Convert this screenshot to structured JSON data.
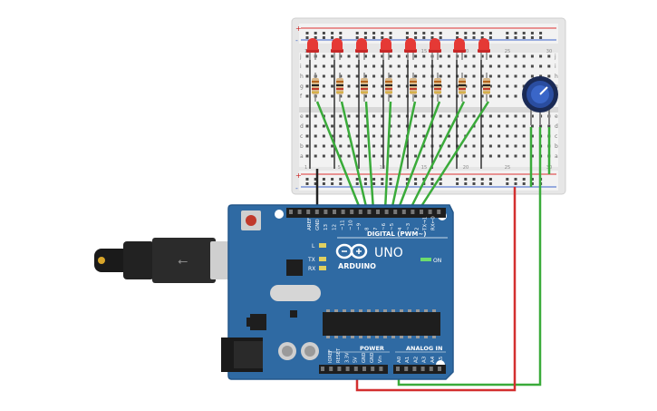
{
  "arduino": {
    "brand": "ARDUINO",
    "model": "UNO",
    "on_label": "ON",
    "led_l": "L",
    "led_tx": "TX",
    "led_rx": "RX",
    "digital_label": "DIGITAL (PWM~)",
    "analog_label": "ANALOG IN",
    "power_label": "POWER",
    "top_header_labels": [
      "AREF",
      "GND",
      "13",
      "12",
      "~11",
      "~10",
      "~9",
      "8",
      "7",
      "~6",
      "~5",
      "4",
      "~3",
      "2",
      "TX→1",
      "RX←0"
    ],
    "power_pins": [
      "IOREF",
      "RESET",
      "3.3V",
      "5V",
      "GND",
      "GND",
      "Vin"
    ],
    "analog_pins": [
      "A0",
      "A1",
      "A2",
      "A3",
      "A4",
      "A5"
    ]
  },
  "breadboard": {
    "row_letters_top": [
      "j",
      "i",
      "h",
      "g",
      "f"
    ],
    "row_letters_bottom": [
      "e",
      "d",
      "c",
      "b",
      "a"
    ],
    "column_numbers": [
      "1",
      "5",
      "10",
      "15",
      "20",
      "25",
      "30"
    ],
    "rail_plus": "+",
    "rail_minus": "-"
  },
  "circuit": {
    "led_count": 8,
    "led_color": "#e53935",
    "wire_green": "#3aab3a",
    "wire_red": "#d32f2f",
    "wire_black": "#222222",
    "board_color": "#2f6aa3"
  }
}
